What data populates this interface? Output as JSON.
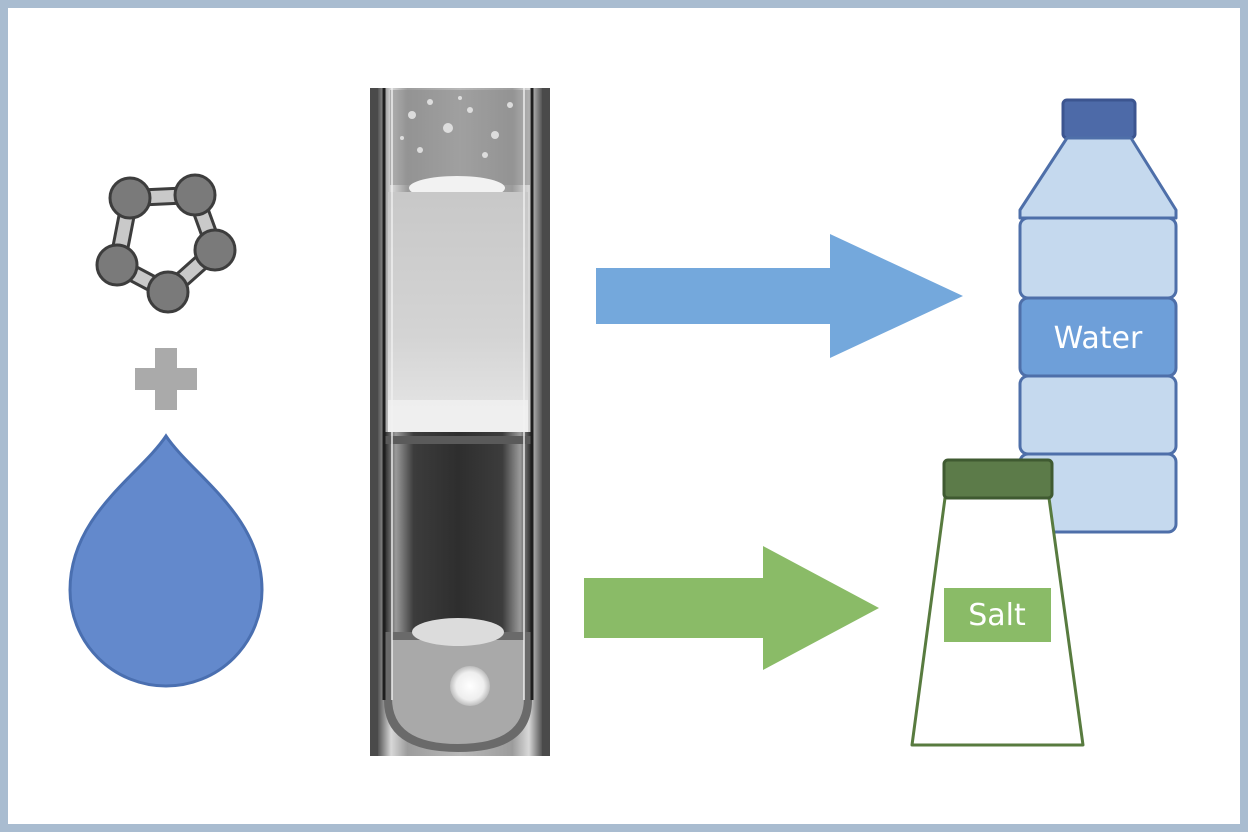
{
  "labels": {
    "water": "Water",
    "salt": "Salt"
  },
  "icons": {
    "molecule": "ring-molecule-icon",
    "plus": "plus-icon",
    "drop": "water-drop-icon",
    "tube": "test-tube-photo",
    "arrow_top": "arrow-right-icon",
    "arrow_bottom": "arrow-right-icon",
    "bottle": "water-bottle-icon",
    "shaker": "salt-shaker-icon"
  },
  "colors": {
    "frame": "#a9bcd0",
    "molecule_node": "#7a7a7a",
    "molecule_stroke": "#3d3d3d",
    "molecule_bond": "#c9c9c9",
    "plus": "#aaaaaa",
    "drop": "#6389cc",
    "drop_stroke": "#4a6fb0",
    "arrow_blue": "#74a8dc",
    "arrow_green": "#8abb67",
    "bottle_fill": "#c5d9ee",
    "bottle_stroke": "#4e6fa9",
    "bottle_label": "#6e9fd9",
    "bottle_cap": "#4d6aa8",
    "salt_cap": "#5c7b49",
    "salt_stroke": "#587b3f",
    "salt_label": "#8abb67"
  }
}
